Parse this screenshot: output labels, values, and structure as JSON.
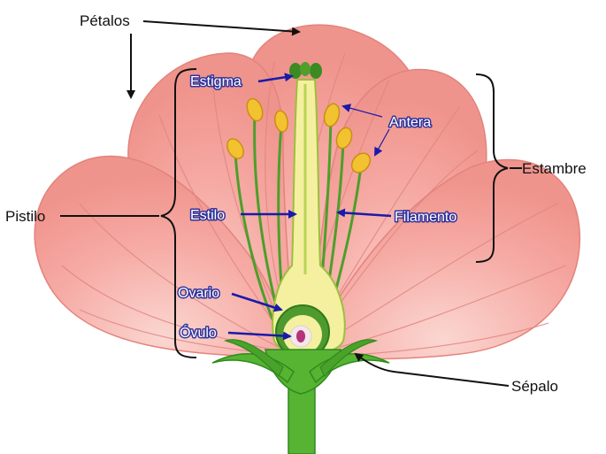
{
  "labels": {
    "petalos": "Pétalos",
    "pistilo": "Pistilo",
    "estambre": "Estambre",
    "sepalo": "Sépalo",
    "estigma": "Estigma",
    "antera": "Antera",
    "estilo": "Estilo",
    "filamento": "Filamento",
    "ovario": "Ovario",
    "ovulo": "Óvulo"
  },
  "colors": {
    "petal": "#f6a9a3",
    "petal_dark": "#e88d86",
    "petal_vein": "#d97a74",
    "stem": "#56b432",
    "stem_dark": "#2f8a1e",
    "pistil": "#f4f0a0",
    "anther": "#f2c230",
    "label_blue": "#33339a",
    "arrow_blue": "#1a1aa8",
    "ovule": "#b4337a"
  }
}
